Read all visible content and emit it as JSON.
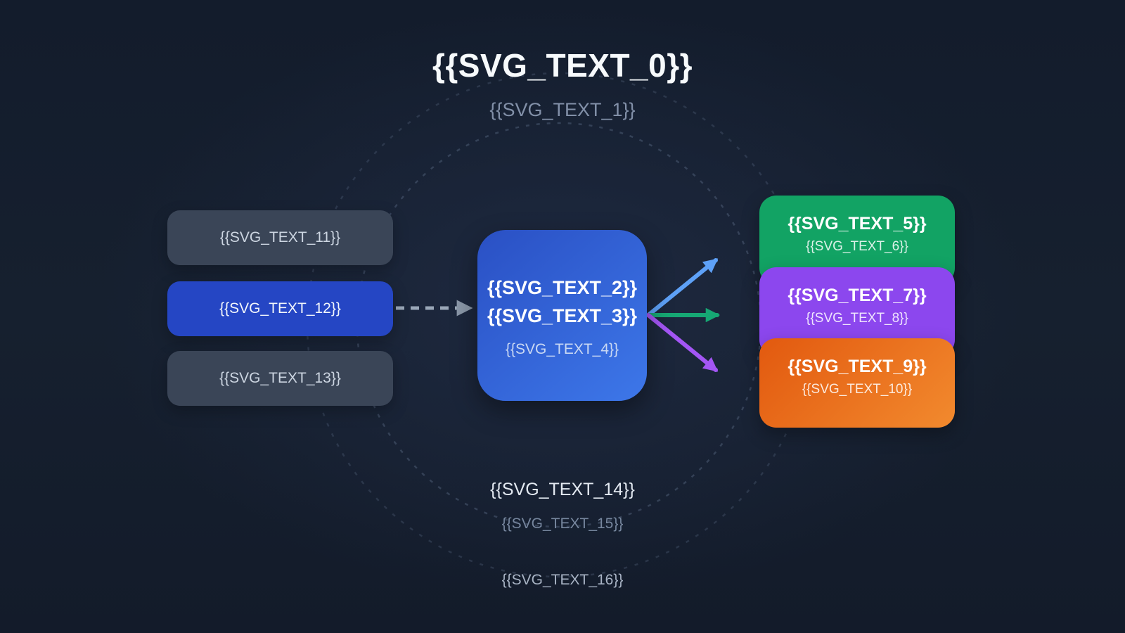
{
  "header": {
    "title": "{{SVG_TEXT_0}}",
    "subtitle": "{{SVG_TEXT_1}}"
  },
  "center_node": {
    "title_line1": "{{SVG_TEXT_2}}",
    "title_line2": "{{SVG_TEXT_3}}",
    "subtitle": "{{SVG_TEXT_4}}"
  },
  "left_nodes": [
    {
      "label": "{{SVG_TEXT_11}}",
      "active": false
    },
    {
      "label": "{{SVG_TEXT_12}}",
      "active": true
    },
    {
      "label": "{{SVG_TEXT_13}}",
      "active": false
    }
  ],
  "right_nodes": [
    {
      "title": "{{SVG_TEXT_5}}",
      "subtitle": "{{SVG_TEXT_6}}",
      "color": "#12a364"
    },
    {
      "title": "{{SVG_TEXT_7}}",
      "subtitle": "{{SVG_TEXT_8}}",
      "color": "#8c47ee"
    },
    {
      "title": "{{SVG_TEXT_9}}",
      "subtitle": "{{SVG_TEXT_10}}",
      "color": "#e8611c"
    }
  ],
  "footer": {
    "line1": "{{SVG_TEXT_14}}",
    "line2": "{{SVG_TEXT_15}}",
    "caption": "{{SVG_TEXT_16}}"
  },
  "colors": {
    "background": "#16202f",
    "title_text": "#f7fafc",
    "muted_text": "#8290a8",
    "left_node_bg": "#3a4557",
    "left_node_active_bg": "#2546c4",
    "center_node_gradient_start": "#2a50c4",
    "center_node_gradient_end": "#3d77e9",
    "arrow_blue": "#5ea1f7",
    "arrow_green": "#16a874",
    "arrow_purple": "#a456f5",
    "dashed_connector": "#9aa7b8",
    "dashed_circles": "#5d6e88",
    "orange_gradient_start": "#e2590f",
    "orange_gradient_end": "#f28a2e"
  }
}
